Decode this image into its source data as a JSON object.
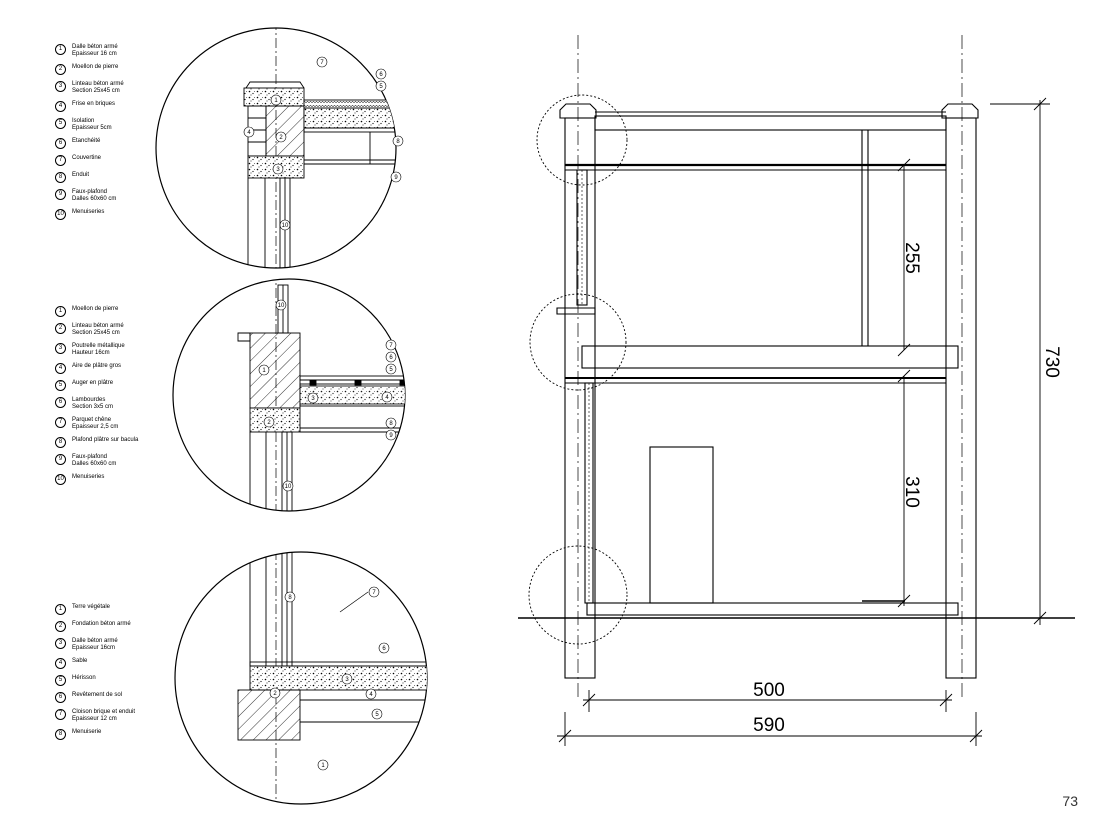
{
  "legend1": [
    {
      "n": "1",
      "lines": [
        "Dalle béton armé",
        "Epaisseur 16 cm"
      ]
    },
    {
      "n": "2",
      "lines": [
        "Moellon de pierre"
      ]
    },
    {
      "n": "3",
      "lines": [
        "Linteau béton armé",
        "Section 25x45 cm"
      ]
    },
    {
      "n": "4",
      "lines": [
        "Frise en briques"
      ]
    },
    {
      "n": "5",
      "lines": [
        "Isolation",
        "Epaisseur 5cm"
      ]
    },
    {
      "n": "6",
      "lines": [
        "Etanchéité"
      ]
    },
    {
      "n": "7",
      "lines": [
        "Couvertine"
      ]
    },
    {
      "n": "8",
      "lines": [
        "Enduit"
      ]
    },
    {
      "n": "9",
      "lines": [
        "Faux-plafond",
        "Dalles 60x60 cm"
      ]
    },
    {
      "n": "10",
      "lines": [
        "Menuiseries"
      ]
    }
  ],
  "legend2": [
    {
      "n": "1",
      "lines": [
        "Moellon de pierre"
      ]
    },
    {
      "n": "2",
      "lines": [
        "Linteau béton armé",
        "Section 25x45 cm"
      ]
    },
    {
      "n": "3",
      "lines": [
        "Poutrelle métallique",
        "Hauteur 16cm"
      ]
    },
    {
      "n": "4",
      "lines": [
        "Aire de plâtre gros"
      ]
    },
    {
      "n": "5",
      "lines": [
        "Auger en plâtre"
      ]
    },
    {
      "n": "6",
      "lines": [
        "Lambourdes",
        "Section 3x5 cm"
      ]
    },
    {
      "n": "7",
      "lines": [
        "Parquet chêne",
        "Epaisseur 2,5 cm"
      ]
    },
    {
      "n": "8",
      "lines": [
        "Plafond plâtre sur bacula"
      ]
    },
    {
      "n": "9",
      "lines": [
        "Faux-plafond",
        "Dalles 60x60 cm"
      ]
    },
    {
      "n": "10",
      "lines": [
        "Menuiseries"
      ]
    }
  ],
  "legend3": [
    {
      "n": "1",
      "lines": [
        "Terre végétale"
      ]
    },
    {
      "n": "2",
      "lines": [
        "Fondation béton armé"
      ]
    },
    {
      "n": "3",
      "lines": [
        "Dalle béton armé",
        "Epaisseur 16cm"
      ]
    },
    {
      "n": "4",
      "lines": [
        "Sable"
      ]
    },
    {
      "n": "5",
      "lines": [
        "Hérisson"
      ]
    },
    {
      "n": "6",
      "lines": [
        "Revêtement de sol"
      ]
    },
    {
      "n": "7",
      "lines": [
        "Cloison brique et enduit",
        "Epaisseur 12 cm"
      ]
    },
    {
      "n": "8",
      "lines": [
        "Menuiserie"
      ]
    }
  ],
  "section": {
    "dimensions": {
      "upper_floor_height": "255",
      "ground_floor_height": "310",
      "total_height": "730",
      "inner_width": "500",
      "total_width": "590"
    }
  },
  "page_number": "73"
}
